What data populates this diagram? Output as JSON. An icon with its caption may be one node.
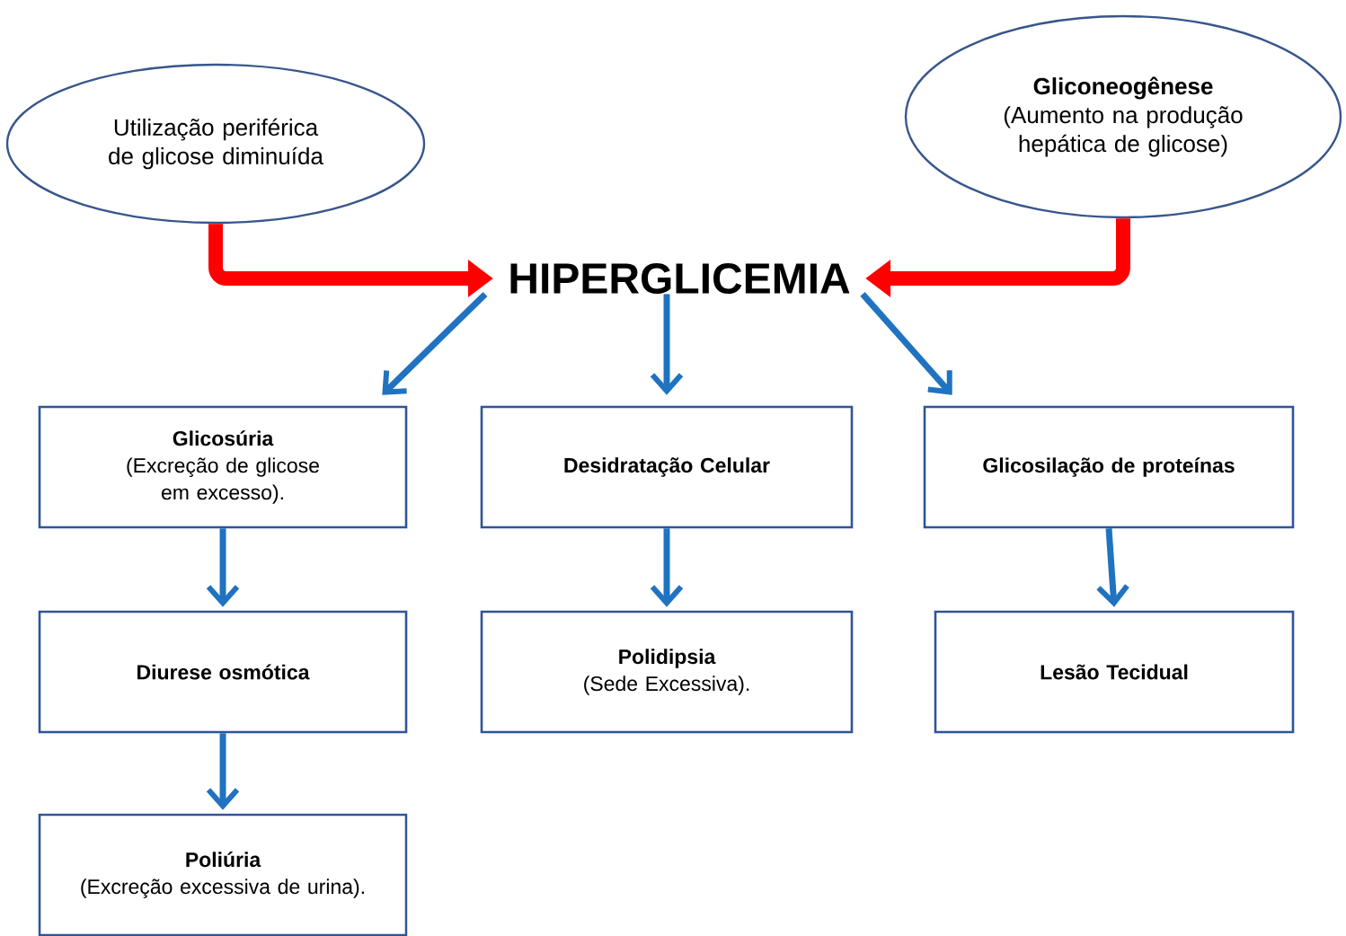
{
  "diagram": {
    "nodes": [
      {
        "text": [
          "Utilização periférica de glicose diminuída"
        ]
      },
      {
        "text": [
          "Gliconeogênese",
          "(Aumento na produção hepática de glicose)"
        ]
      },
      {
        "text": [
          "HIPERGLICEMIA"
        ]
      },
      {
        "text": [
          "Glicosúria",
          "(Excreção de glicose em excesso)."
        ]
      },
      {
        "text": [
          "Desidratação Celular"
        ]
      },
      {
        "text": [
          "Glicosilação de proteínas"
        ]
      },
      {
        "text": [
          "Diurese osmótica"
        ]
      },
      {
        "text": [
          "Polidipsia",
          "(Sede Excessiva)."
        ]
      },
      {
        "text": [
          "Lesão Tecidual"
        ]
      },
      {
        "text": [
          "Poliúria",
          "(Excreção excessiva de urina)."
        ]
      }
    ],
    "edges": [
      {
        "from": 0,
        "to": 2,
        "arrow": "to",
        "style": "thick",
        "color": "#ff0000"
      },
      {
        "from": 1,
        "to": 2,
        "arrow": "to",
        "style": "thick",
        "color": "#ff0000"
      },
      {
        "from": 2,
        "to": 3,
        "arrow": "to"
      },
      {
        "from": 2,
        "to": 4,
        "arrow": "to"
      },
      {
        "from": 2,
        "to": 5,
        "arrow": "to"
      },
      {
        "from": 3,
        "to": 6,
        "arrow": "to"
      },
      {
        "from": 4,
        "to": 7,
        "arrow": "to"
      },
      {
        "from": 5,
        "to": 8,
        "arrow": "to"
      },
      {
        "from": 6,
        "to": 9,
        "arrow": "to"
      }
    ]
  }
}
